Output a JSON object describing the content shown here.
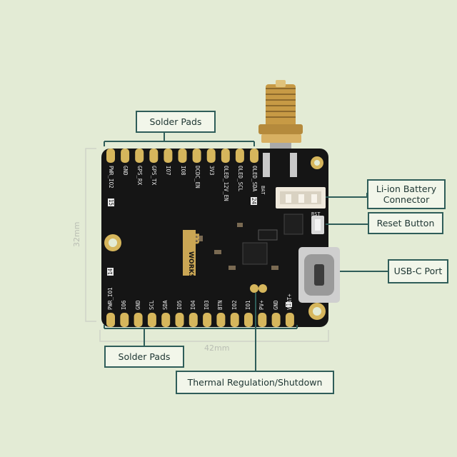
{
  "callouts": {
    "top_solder": "Solder Pads",
    "bottom_solder": "Solder Pads",
    "battery_line1": "Li-ion Battery",
    "battery_line2": "Connector",
    "reset": "Reset Button",
    "usbc": "USB-C Port",
    "thermal": "Thermal Regulation/Shutdown"
  },
  "dimensions": {
    "height": "32mm",
    "width": "42mm"
  },
  "board": {
    "top_pins": [
      "PWR_IO2",
      "GND",
      "GPS_RX",
      "GPS_TX",
      "IO7",
      "IO8",
      "DCDC_EN",
      "3V3",
      "OLED_12V_EN",
      "OLED_SCL",
      "OLED_SDA"
    ],
    "top_pin_start_number": "15",
    "top_pin_end_number": "24",
    "bottom_pins": [
      "PWR_IO1",
      "IO6",
      "GND",
      "SCL",
      "SDA",
      "IO5",
      "IO4",
      "IO3",
      "BTN",
      "IO2",
      "IO1",
      "PV+",
      "GND",
      "VBAT+"
    ],
    "bottom_pin_start_number": "14",
    "bottom_pin_end_number": "1",
    "logo_line1": "m",
    "logo_line2": "WORKS",
    "bat_label": "BAT",
    "rst_label": "RST",
    "colors": {
      "pcb": "#151515",
      "gold": "#d6b65c",
      "accent": "#2f5d59"
    }
  }
}
